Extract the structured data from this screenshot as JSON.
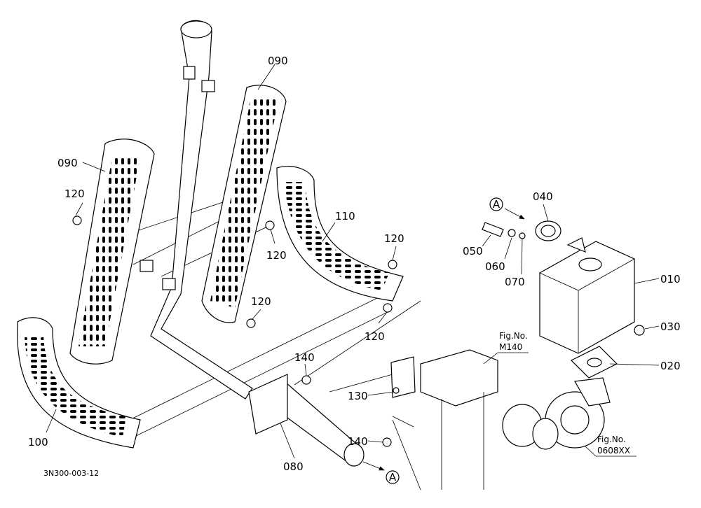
{
  "callouts": {
    "p090_left": "090",
    "p090_right": "090",
    "p120_a": "120",
    "p120_b": "120",
    "p120_c": "120",
    "p120_d": "120",
    "p120_e": "120",
    "p110": "110",
    "p100": "100",
    "p080": "080",
    "p140_a": "140",
    "p140_b": "140",
    "p130": "130",
    "p040": "040",
    "p050": "050",
    "p060": "060",
    "p070": "070",
    "p010": "010",
    "p030": "030",
    "p020": "020"
  },
  "references": {
    "a_top": "A",
    "a_bottom": "A",
    "fig_m140_line1": "Fig.No.",
    "fig_m140_line2": "M140",
    "fig_0608_line1": "Fig.No.",
    "fig_0608_line2": "0608XX"
  },
  "drawing_code": "3N300-003-12"
}
